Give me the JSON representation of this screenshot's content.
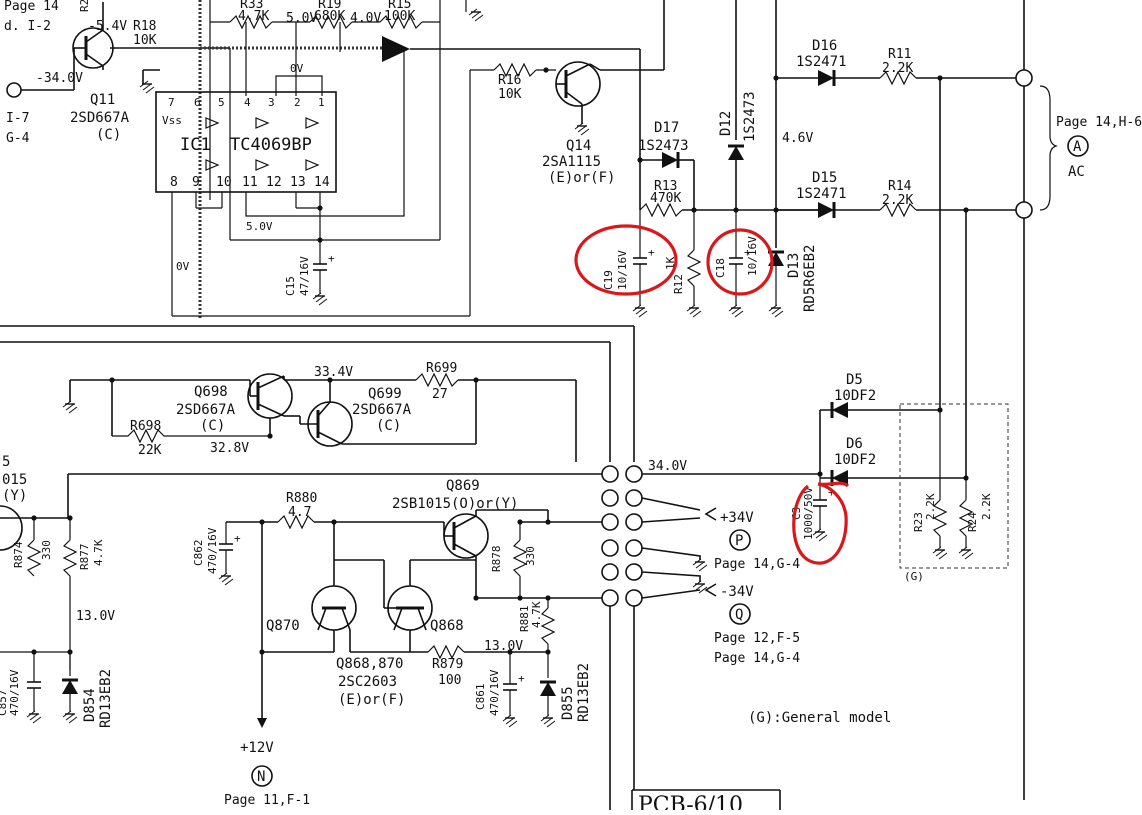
{
  "colors": {
    "ink": "#111111",
    "paper": "#ffffff",
    "annotation_red": "#d8191c"
  },
  "top_left": {
    "page14": "Page 14",
    "d_ref": "d. I-2",
    "r2_partial": "R2",
    "n2": "2",
    "minus54": "-5.4V",
    "r18": "R18",
    "r18v": "10K",
    "minus340": "-34.0V",
    "i7": "I-7",
    "g4": "G-4",
    "q11": "Q11",
    "q11t": "2SD667A",
    "q11r": "(C)"
  },
  "top_res": {
    "r33": "R33",
    "r33v": "4.7K",
    "v50a": "5.0V",
    "r19": "R19",
    "r19v": "680K",
    "v40": "4.0V",
    "r15": "R15",
    "r15v": "100K",
    "r16": "R16",
    "r16v": "10K"
  },
  "ic1": {
    "pins_top": [
      "7",
      "6",
      "5",
      "4",
      "3",
      "2",
      "1"
    ],
    "pins_bottom": [
      "8",
      "9",
      "10",
      "11",
      "12",
      "13",
      "14"
    ],
    "vss": "Vss",
    "name": "IC1",
    "part": "TC4069BP",
    "v0_top": "0V",
    "v50": "5.0V",
    "v0_left": "0V"
  },
  "c15": {
    "name": "C15",
    "val": "47/16V"
  },
  "q14": {
    "name": "Q14",
    "type": "2SA1115",
    "rank": "(E)or(F)"
  },
  "d17": {
    "name": "D17",
    "type": "1S2473"
  },
  "r13": {
    "name": "R13",
    "val": "470K"
  },
  "c19": {
    "name": "C19",
    "val": "10/16V"
  },
  "r12": {
    "name": "R12",
    "val": "1K"
  },
  "d12": {
    "name": "D12",
    "type": "1S2473"
  },
  "c18": {
    "name": "C18",
    "val": "10/16V"
  },
  "d13": {
    "name": "D13",
    "type": "RD5R6EB2"
  },
  "v46": "4.6V",
  "d16": {
    "name": "D16",
    "type": "1S2471"
  },
  "r11": {
    "name": "R11",
    "val": "2.2K"
  },
  "d15": {
    "name": "D15",
    "type": "1S2471"
  },
  "r14": {
    "name": "R14",
    "val": "2.2K"
  },
  "ac": {
    "page": "Page 14,H-6",
    "letter": "A",
    "label": "AC"
  },
  "q698": {
    "name": "Q698",
    "type": "2SD667A",
    "rank": "(C)"
  },
  "q699": {
    "name": "Q699",
    "type": "2SD667A",
    "rank": "(C)"
  },
  "v334": "33.4V",
  "r699": {
    "name": "R699",
    "val": "27"
  },
  "r698": {
    "name": "R698",
    "val": "22K"
  },
  "v328": "32.8V",
  "d5": {
    "name": "D5",
    "type": "10DF2"
  },
  "d6": {
    "name": "D6",
    "type": "10DF2"
  },
  "v340": "34.0V",
  "c3x": {
    "name": "C3",
    "val": "1000/50V"
  },
  "r23": {
    "name": "R23",
    "val": "2.2K"
  },
  "r24": {
    "name": "R24",
    "val": "2.2K"
  },
  "g_box": "(G)",
  "left_mid": {
    "q_partial": "5",
    "q_type_partial": "015",
    "q_rank_partial": "(Y)",
    "r874": "R874",
    "r874v": "330",
    "r877": "R877",
    "r877v": "4.7K",
    "v130a": "13.0V",
    "c857v": "470/16V",
    "c857_partial": "C857",
    "d854": "D854",
    "d854t": "RD13EB2"
  },
  "q869": {
    "name": "Q869",
    "type": "2SB1015(O)or(Y)"
  },
  "r880": {
    "name": "R880",
    "val": "4.7"
  },
  "c862": {
    "name": "C862",
    "val": "470/16V"
  },
  "r878": {
    "name": "R878",
    "val": "330"
  },
  "r881": {
    "name": "R881",
    "val": "4.7K"
  },
  "q870": {
    "name": "Q870"
  },
  "q868": {
    "name": "Q868"
  },
  "q868_870": {
    "name": "Q868,870",
    "type": "2SC2603",
    "rank": "(E)or(F)"
  },
  "r879": {
    "name": "R879",
    "val": "100"
  },
  "v130b": "13.0V",
  "c861": {
    "name": "C861",
    "val": "470/16V"
  },
  "d855": {
    "name": "D855",
    "type": "RD13EB2"
  },
  "p_out": {
    "volt": "+34V",
    "letter": "P",
    "page": "Page 14,G-4"
  },
  "q_out": {
    "volt": "-34V",
    "letter": "Q",
    "page1": "Page 12,F-5",
    "page2": "Page 14,G-4"
  },
  "n_out": {
    "volt": "+12V",
    "letter": "N",
    "page": "Page 11,F-1"
  },
  "legend_g": "(G):General model",
  "pcb": "PCB-6/10"
}
